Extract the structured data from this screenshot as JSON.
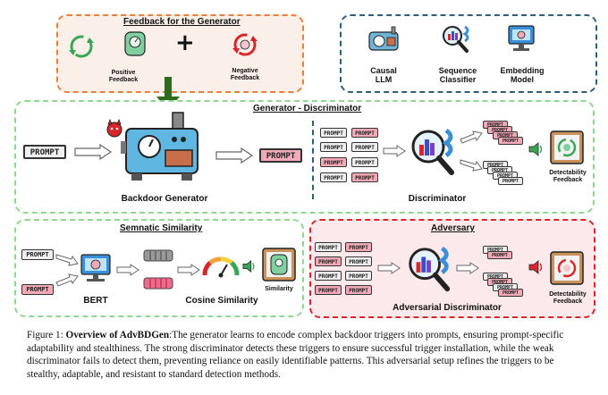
{
  "feedback_panel": {
    "title": "Feedback for the Generator",
    "positive": "Positive\nFeedback",
    "negative": "Negative\nFeedback",
    "plus": "+"
  },
  "models_panel": {
    "items": [
      "Causal\nLLM",
      "Sequence\nClassifier",
      "Embedding\nModel"
    ]
  },
  "gen_disc_panel": {
    "title": "Generator - Discriminator",
    "prompt": "PROMPT",
    "backdoor_label": "Backdoor Generator",
    "disc_label": "Discriminator",
    "detect_label": "Detectability\nFeedback"
  },
  "semantic_panel": {
    "title": "Semnatic Similarity",
    "prompt": "PROMPT",
    "bert": "BERT",
    "cosine": "Cosine Similarity",
    "similarity": "Similarity"
  },
  "adversary_panel": {
    "title": "Adversary",
    "adv_label": "Adversarial Discriminator",
    "detect_label": "Detectability\nFeedback"
  },
  "caption": {
    "prefix": "Figure 1: ",
    "bold": "Overview of AdvBDGen",
    "text": ":The generator learns to encode complex backdoor triggers into prompts, ensuring prompt-specific adaptability and stealthiness. The strong discriminator detects these triggers to ensure successful trigger installation, while the weak discriminator fails to detect them, preventing reliance on easily identifiable patterns. This adversarial setup refines the triggers to be stealthy, adaptable, and resistant to standard detection methods."
  },
  "colors": {
    "orange": "#e8803a",
    "blue": "#2f5d7c",
    "green": "#8fd88f",
    "red": "#d9262b",
    "pink": "#f3a9b6",
    "arrow": "#2f6b1e"
  }
}
